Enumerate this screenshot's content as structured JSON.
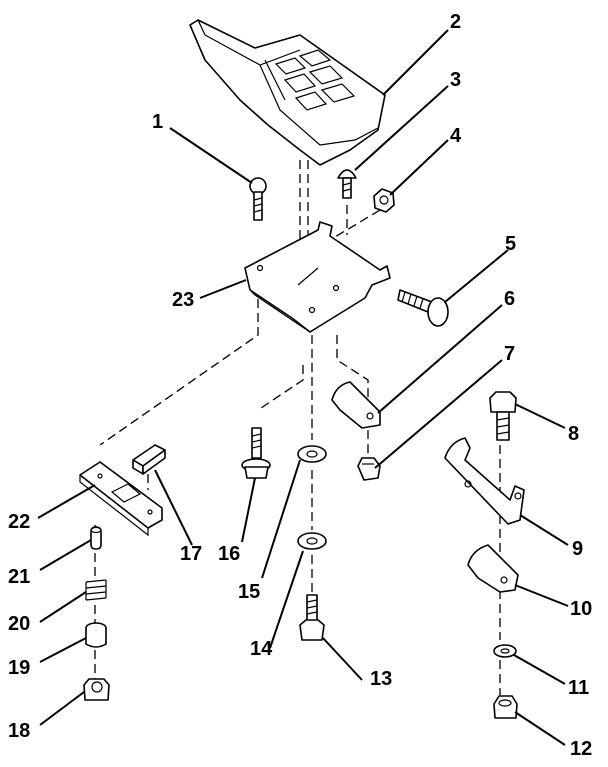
{
  "callouts": [
    {
      "id": 1,
      "text": "1"
    },
    {
      "id": 2,
      "text": "2"
    },
    {
      "id": 3,
      "text": "3"
    },
    {
      "id": 4,
      "text": "4"
    },
    {
      "id": 5,
      "text": "5"
    },
    {
      "id": 6,
      "text": "6"
    },
    {
      "id": 7,
      "text": "7"
    },
    {
      "id": 8,
      "text": "8"
    },
    {
      "id": 9,
      "text": "9"
    },
    {
      "id": 10,
      "text": "10"
    },
    {
      "id": 11,
      "text": "11"
    },
    {
      "id": 12,
      "text": "12"
    },
    {
      "id": 13,
      "text": "13"
    },
    {
      "id": 14,
      "text": "14"
    },
    {
      "id": 15,
      "text": "15"
    },
    {
      "id": 16,
      "text": "16"
    },
    {
      "id": 17,
      "text": "17"
    },
    {
      "id": 18,
      "text": "18"
    },
    {
      "id": 19,
      "text": "19"
    },
    {
      "id": 20,
      "text": "20"
    },
    {
      "id": 21,
      "text": "21"
    },
    {
      "id": 22,
      "text": "22"
    },
    {
      "id": 23,
      "text": "23"
    }
  ]
}
